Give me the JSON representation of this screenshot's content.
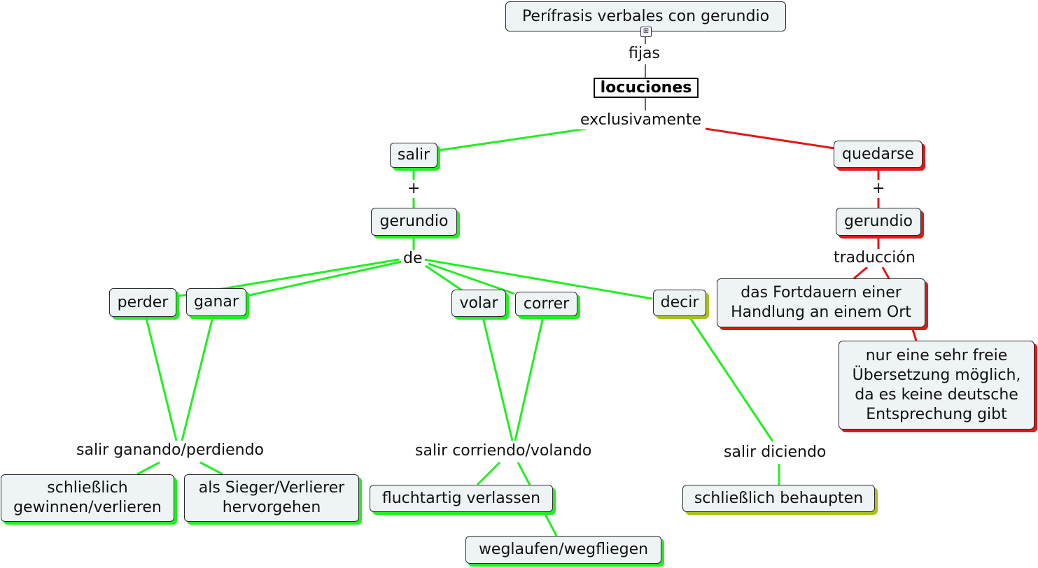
{
  "title": "Perífrasis verbales con gerundio",
  "links": {
    "fijas": "fijas",
    "exclusivamente": "exclusivamente",
    "plus_left": "+",
    "plus_right": "+",
    "de": "de",
    "traduccion": "traducción"
  },
  "concepts": {
    "locuciones": "locuciones",
    "salir": "salir",
    "quedarse": "quedarse",
    "gerundio_left": "gerundio",
    "gerundio_right": "gerundio",
    "perder": "perder",
    "ganar": "ganar",
    "volar": "volar",
    "correr": "correr",
    "decir": "decir",
    "fortdauern": "das Fortdauern einer\nHandlung an einem Ort",
    "freie": "nur eine sehr freie\nÜbersetzung möglich,\nda es keine deutsche\nEntsprechung gibt",
    "salir_ganando": "salir ganando/perdiendo",
    "salir_corriendo": "salir corriendo/volando",
    "salir_diciendo": "salir diciendo",
    "schliesslich_gewinnen": "schließlich\ngewinnen/verlieren",
    "als_sieger": "als Sieger/Verlierer\nhervorgehen",
    "fluchtartig": "fluchtartig verlassen",
    "weglaufen": "weglaufen/wegfliegen",
    "behaupten": "schließlich behaupten"
  },
  "colors": {
    "green": "#22ee22",
    "red": "#e01818",
    "olive": "#a8c020",
    "node_bg": "#eef3f5",
    "gray_line": "#333333"
  },
  "icons": {
    "submap": "concept-map-icon"
  }
}
